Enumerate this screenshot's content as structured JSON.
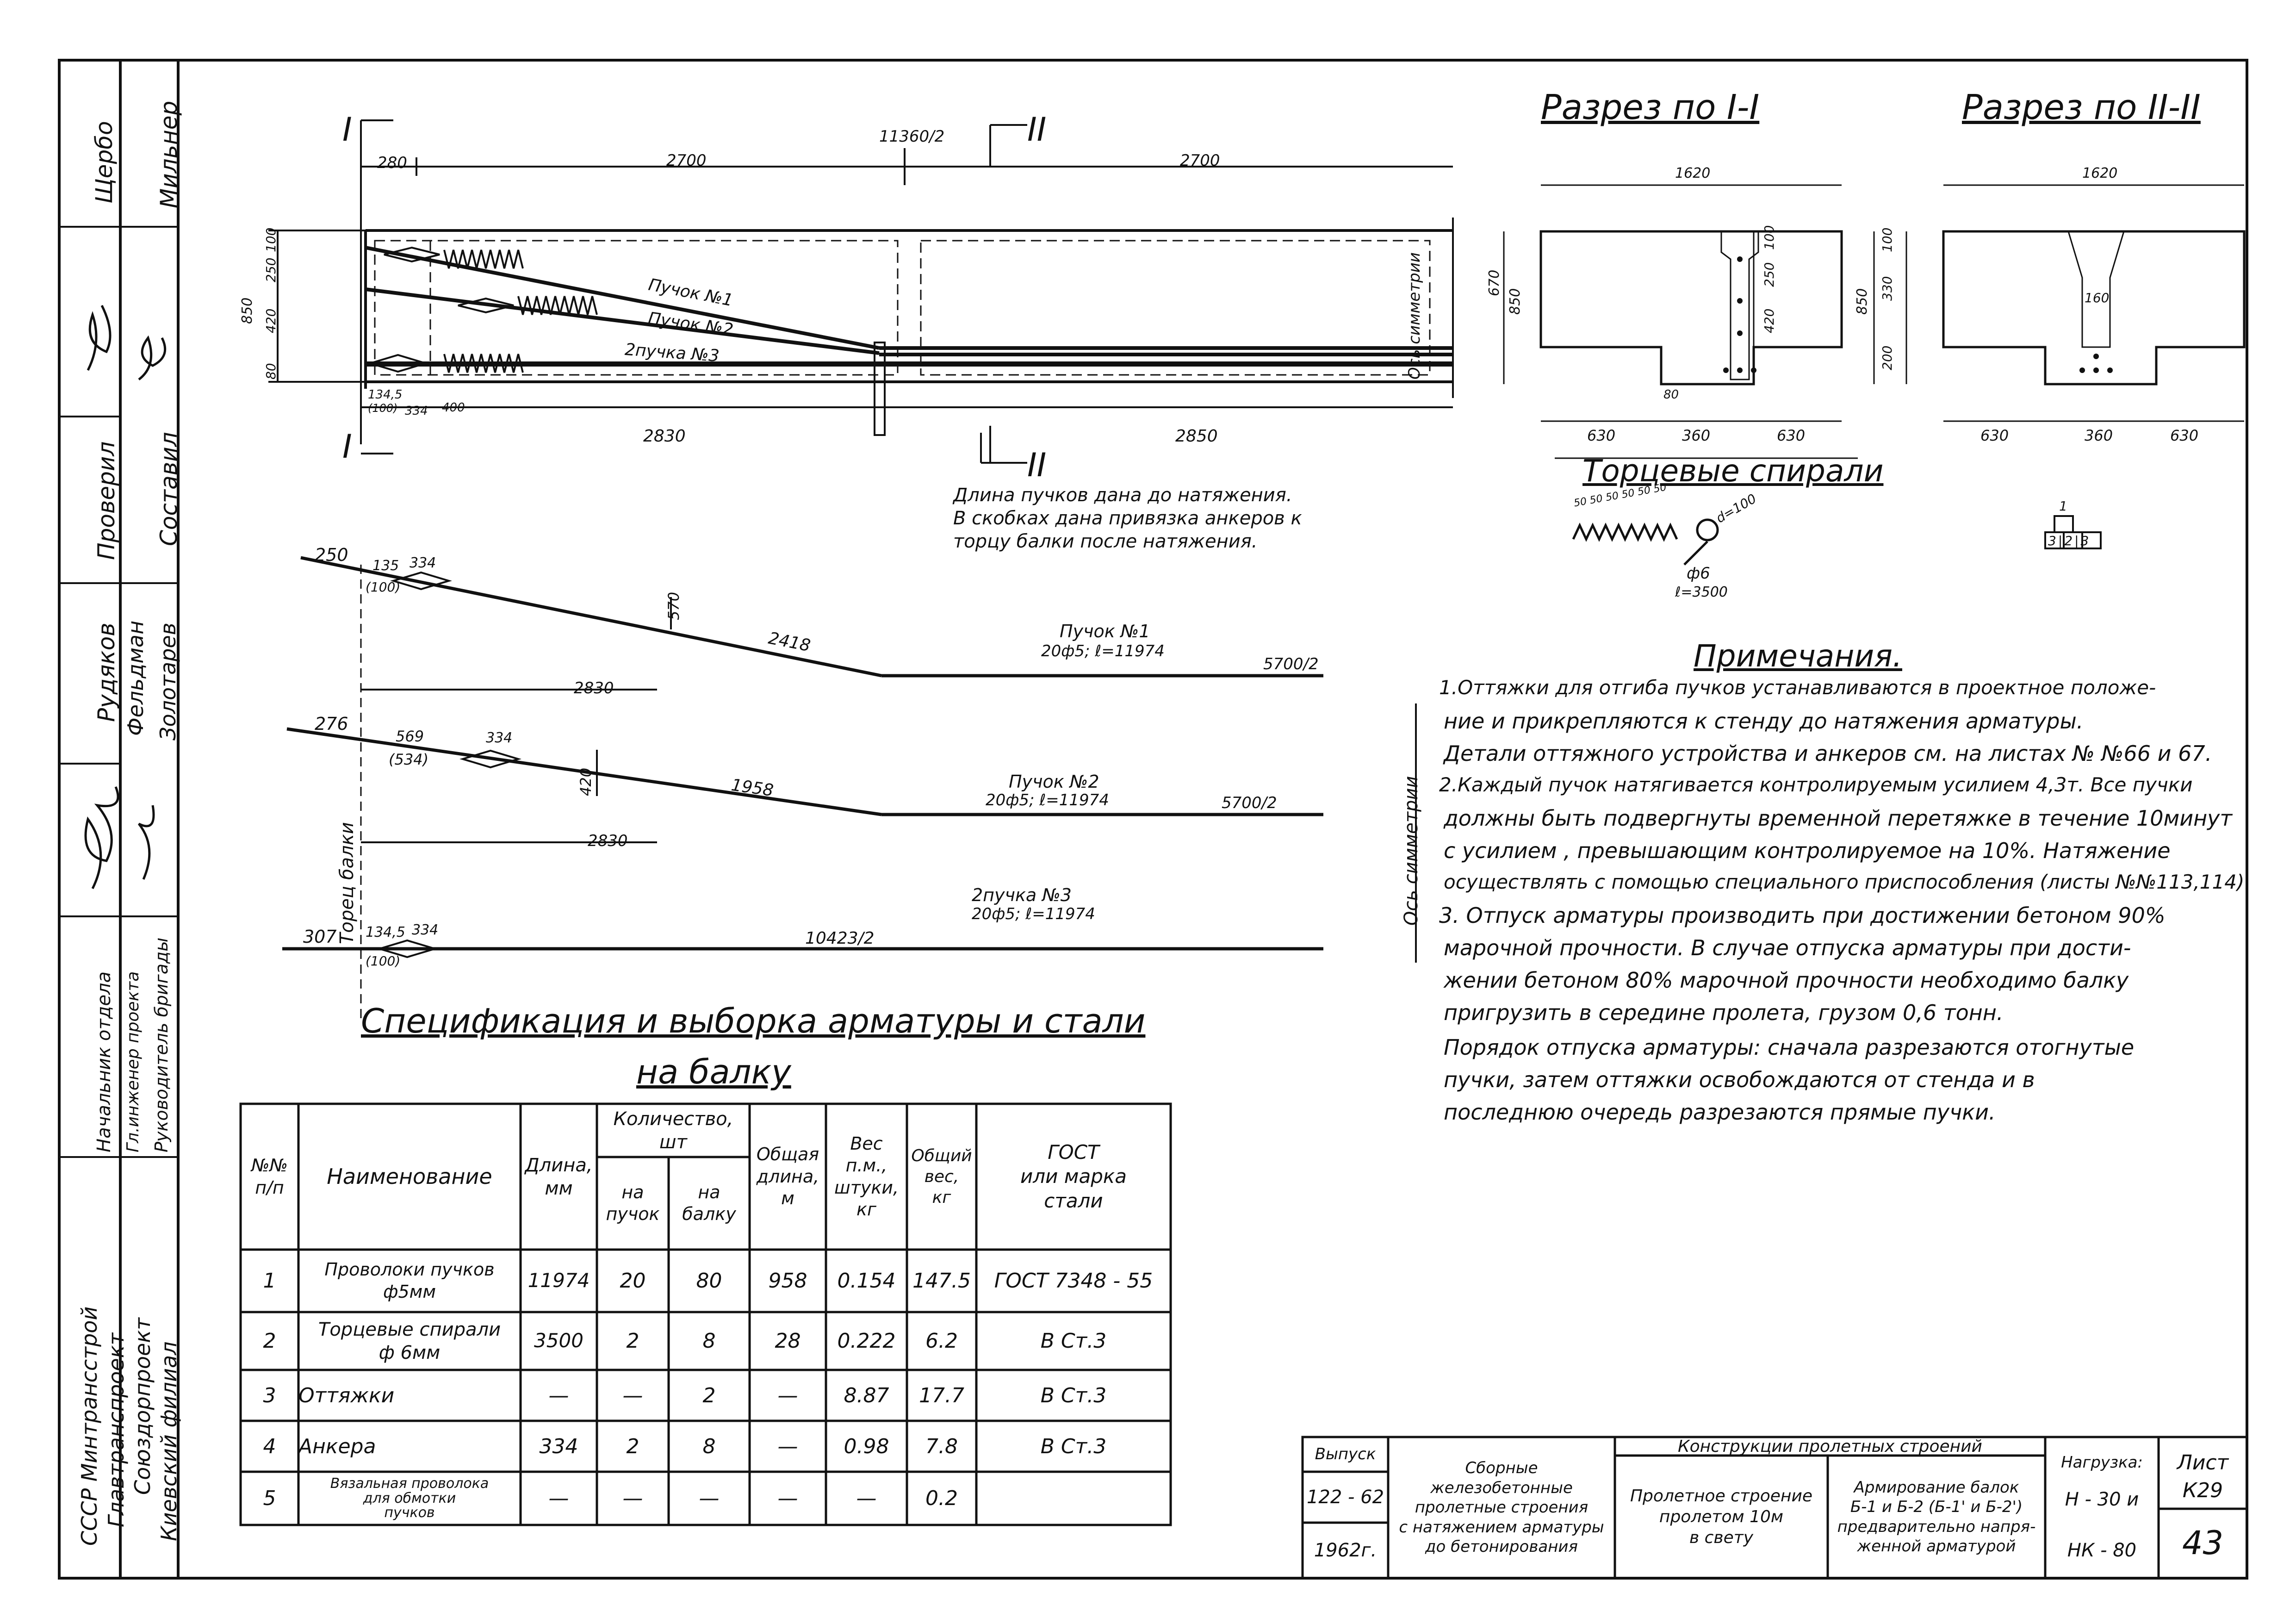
{
  "elevation": {
    "sec1": "I",
    "sec1b": "I",
    "sec2": "II",
    "sec2b": "II",
    "dim_280": "280",
    "dim_2700a": "2700",
    "dim_2700b": "2700",
    "dim_half": "11360/2",
    "dim_2830": "2830",
    "dim_2850": "2850",
    "v_850": "850",
    "v_100": "100",
    "v_250": "250",
    "v_420": "420",
    "v_80": "80",
    "d_1345": "134,5",
    "d_100": "(100)",
    "d_334": "334",
    "d_400": "400",
    "bundle1": "Пучок №1",
    "bundle2": "Пучок №2",
    "bundle3": "2пучка №3",
    "symmetry": "Ось симметрии",
    "note_l1": "Длина пучков дана до натяжения.",
    "note_l2": "В скобках дана привязка анкеров к",
    "note_l3": "торцу балки после натяжения."
  },
  "profiles": {
    "p1_250": "250",
    "p1_135": "135",
    "p1_334": "334",
    "p1_100": "(100)",
    "p1_570": "570",
    "p1_2418": "2418",
    "p1_2830": "2830",
    "p1_label": "Пучок №1",
    "p1_spec": "20ф5; ℓ=11974",
    "p1_half": "5700/2",
    "p2_276": "276",
    "p2_569": "569",
    "p2_334": "334",
    "p2_534": "(534)",
    "p2_420": "420",
    "p2_1958": "1958",
    "p2_2830": "2830",
    "p2_label": "Пучок №2",
    "p2_spec": "20ф5; ℓ=11974",
    "p2_half": "5700/2",
    "p3_307": "307",
    "p3_1345": "134,5",
    "p3_334": "334",
    "p3_100": "(100)",
    "p3_half": "10423/2",
    "p3_label": "2пучка №3",
    "p3_spec": "20ф5; ℓ=11974",
    "torec": "Торец балки",
    "axis_sym": "Ось симметрии"
  },
  "sections": {
    "s1_title": "Разрез по I-I",
    "s2_title": "Разрез по II-II",
    "s1_1620": "1620",
    "s1_670": "670",
    "s1_850": "850",
    "s1_100": "100",
    "s1_250": "250",
    "s1_420": "420",
    "s1_80": "80",
    "s1_630a": "630",
    "s1_360": "360",
    "s1_630b": "630",
    "s2_1620": "1620",
    "s2_850": "850",
    "s2_100": "100",
    "s2_330": "330",
    "s2_200": "200",
    "s2_160": "160",
    "s2_630a": "630",
    "s2_360": "360",
    "s2_630b": "630",
    "s2_mark": "1",
    "s2_row": "3|2|3"
  },
  "spirals": {
    "title": "Торцевые спирали",
    "d": "d=100",
    "phi": "ф6",
    "len": "ℓ=3500",
    "pitch": "50 50 50 50 50 50"
  },
  "notes": {
    "title": "Примечания.",
    "lines": [
      "1.Оттяжки  для  отгиба пучков  устанавливаются в проектное положе-",
      "ние и прикрепляются к стенду до натяжения  арматуры.",
      "Детали  оттяжного  устройства  и анкеров  см. на листах № №66 и 67.",
      "2.Каждый  пучок  натягивается  контролируемым  усилием  4,3т.  Все пучки",
      "должны быть  подвергнуты  временной  перетяжке  в течение 10минут",
      "с  усилием ,  превышающим   контролируемое   на  10%.  Натяжение",
      "осуществлять  с  помощью   специального   приспособления  (листы №№113,114).",
      "3. Отпуск  арматуры  производить   при  достижении  бетоном  90%",
      "марочной   прочности.  В  случае  отпуска  арматуры  при дости-",
      "жении   бетоном  80%  марочной  прочности  необходимо балку",
      "пригрузить  в  середине  пролета,  грузом  0,6  тонн.",
      "Порядок   отпуска   арматуры:  сначала  разрезаются   отогнутые",
      "пучки,  затем   оттяжки   освобождаются   от  стенда  и  в",
      "последнюю   очередь   разрезаются   прямые   пучки."
    ]
  },
  "spec": {
    "title1": "Спецификация   и  выборка   арматуры   и  стали",
    "title2": "на  балку",
    "h_num": "№№\nп/п",
    "h_name": "Наименование",
    "h_len": "Длина,\nмм",
    "h_qty": "Количество,\nшт",
    "h_qty_b": "на\nпучок",
    "h_qty_beam": "на\nбалку",
    "h_total_len": "Общая\nдлина,\nм",
    "h_weight": "Вес\nп.м.,\nштуки,\nкг",
    "h_total_w": "Общий\nвес,\nкг",
    "h_gost": "ГОСТ\nили марка\nстали",
    "rows": [
      {
        "n": "1",
        "name": "Проволоки пучков ф5мм",
        "len": "11974",
        "qb": "20",
        "qbeam": "80",
        "tl": "958",
        "w": "0.154",
        "tw": "147.5",
        "gost": "ГОСТ  7348 - 55"
      },
      {
        "n": "2",
        "name": "Торцевые спирали\nф 6мм",
        "len": "3500",
        "qb": "2",
        "qbeam": "8",
        "tl": "28",
        "w": "0.222",
        "tw": "6.2",
        "gost": "В Ст.3"
      },
      {
        "n": "3",
        "name": "Оттяжки",
        "len": "—",
        "qb": "—",
        "qbeam": "2",
        "tl": "—",
        "w": "8.87",
        "tw": "17.7",
        "gost": "В Ст.3"
      },
      {
        "n": "4",
        "name": "Анкера",
        "len": "334",
        "qb": "2",
        "qbeam": "8",
        "tl": "—",
        "w": "0.98",
        "tw": "7.8",
        "gost": "В Ст.3"
      },
      {
        "n": "5",
        "name": "Вязальная проволока\nдля обмотки\nпучков",
        "len": "—",
        "qb": "—",
        "qbeam": "—",
        "tl": "—",
        "w": "—",
        "tw": "0.2",
        "gost": ""
      }
    ]
  },
  "titleblock": {
    "vyp_h": "Выпуск",
    "vyp": "122 - 62",
    "year": "1962г.",
    "series": "Сборные\nжелезобетонные\nпролетные строения\nс натяжением арматуры\nдо бетонирования",
    "constr": "Конструкции  пролетных  строений",
    "span": "Пролетное строение\nпролетом  10м\nв свету",
    "arm": "Армирование  балок\nБ-1 и Б-2 (Б-1' и Б-2')\nпредварительно напря-\nженной  арматурой",
    "load_h": "Нагрузка:",
    "load1": "Н - 30 и",
    "load2": "НК - 80",
    "sheet_h": "Лист",
    "sheet_k": "К29",
    "sheet_n": "43"
  },
  "sidebar": {
    "r1a": "Щербо",
    "r1b": "Мильнер",
    "r2b": "Составил",
    "r2a": "Проверил",
    "r3a": "Рудяков",
    "r3b": "Фельдман",
    "r3c": "Золотарев",
    "r4a": "Начальник  отдела",
    "r4b": "Гл.инженер  проекта",
    "r4c": "Руководитель бригады",
    "org1": "СССР Минтрансстрой",
    "org2": "Главтранспроект",
    "org3": "Союздорпроект",
    "org4": "Киевский  филиал"
  }
}
